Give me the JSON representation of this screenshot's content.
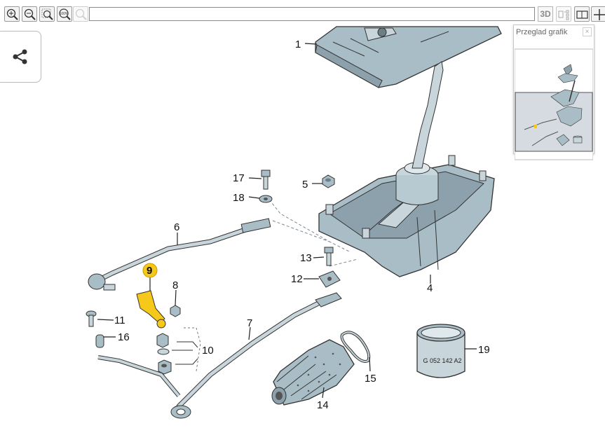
{
  "toolbar": {
    "buttons": [
      {
        "name": "zoom-in",
        "icon": "zoom-in-icon"
      },
      {
        "name": "zoom-out",
        "icon": "zoom-out-icon"
      },
      {
        "name": "zoom-fit",
        "icon": "zoom-fit-icon"
      },
      {
        "name": "zoom-100",
        "icon": "zoom-100-icon",
        "label": "100%"
      },
      {
        "name": "search",
        "icon": "search-icon",
        "disabled": true
      }
    ],
    "search_value": "",
    "btn_3d": "3D"
  },
  "overview": {
    "title": "Przeglad grafik",
    "close": "×"
  },
  "diagram": {
    "part_labels": [
      "1",
      "4",
      "5",
      "6",
      "7",
      "8",
      "9",
      "10",
      "11",
      "12",
      "13",
      "14",
      "15",
      "16",
      "17",
      "18",
      "19"
    ],
    "stamp": "G 052 142 A2",
    "highlight_color": "#f5c81a",
    "metal_color": "#a9bdc6"
  }
}
